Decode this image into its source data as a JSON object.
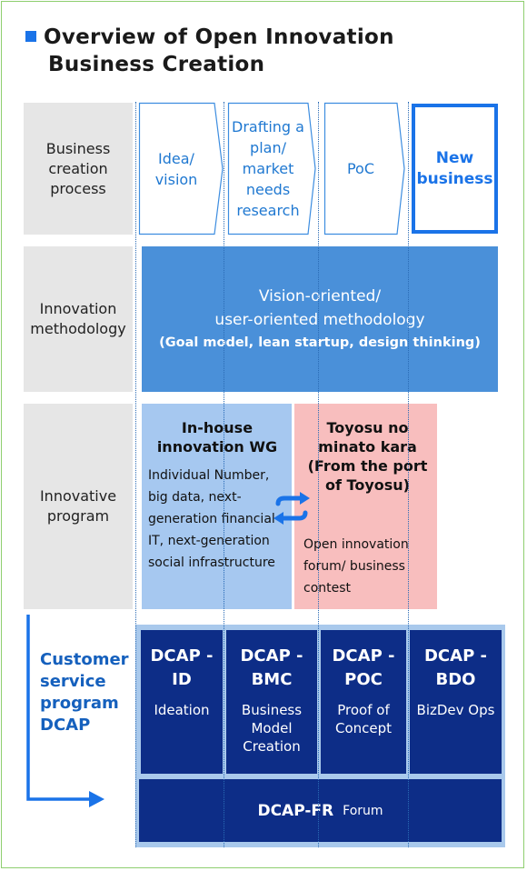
{
  "title": {
    "line1": "Overview of Open Innovation",
    "line2": "Business Creation"
  },
  "rows": {
    "process": "Business creation process",
    "methodology": "Innovation methodology",
    "program": "Innovative program"
  },
  "process_steps": [
    {
      "label": "Idea/ vision"
    },
    {
      "label": "Drafting a plan/ market needs research"
    },
    {
      "label": "PoC"
    },
    {
      "label": "New business"
    }
  ],
  "methodology": {
    "line1": "Vision-oriented/",
    "line2": "user-oriented methodology",
    "line3": "(Goal model, lean startup, design thinking)"
  },
  "programs": {
    "inhouse": {
      "heading": "In-house innovation WG",
      "body": "Individual Number, big data, next-generation financial IT, next-generation social infrastructure"
    },
    "toyosu": {
      "heading": "Toyosu no minato kara (From the port of Toyosu)",
      "body": "Open innovation forum/ business contest"
    }
  },
  "dcap": {
    "label": "Customer service program DCAP",
    "modules": [
      {
        "code": "DCAP -ID",
        "desc": "Ideation"
      },
      {
        "code": "DCAP -BMC",
        "desc": "Business Model Creation"
      },
      {
        "code": "DCAP -POC",
        "desc": "Proof of Concept"
      },
      {
        "code": "DCAP -BDO",
        "desc": "BizDev Ops"
      }
    ],
    "forum": {
      "code": "DCAP-FR",
      "desc": "Forum"
    }
  },
  "colors": {
    "accent_blue": "#1a73e8",
    "method_blue": "#4a90d9",
    "inhouse_blue": "#a6c8f0",
    "toyosu_pink": "#f8bebe",
    "dcap_navy": "#0d2d87",
    "frame_green": "#8ecf6f"
  }
}
